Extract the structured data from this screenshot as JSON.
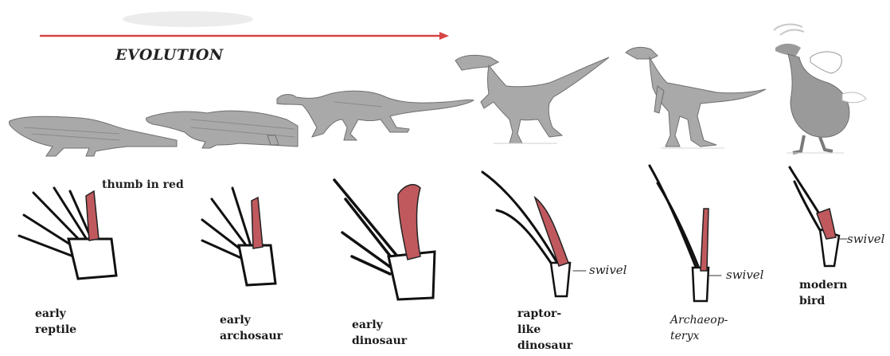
{
  "header": {
    "title": "EVOLUTION"
  },
  "notes": {
    "thumb_note": "thumb in red",
    "swivel": "swivel"
  },
  "stages": [
    {
      "label_line1": "early",
      "label_line2": "reptile",
      "label_line3": ""
    },
    {
      "label_line1": "early",
      "label_line2": "archosaur",
      "label_line3": ""
    },
    {
      "label_line1": "early",
      "label_line2": "dinosaur",
      "label_line3": ""
    },
    {
      "label_line1": "raptor-",
      "label_line2": "like",
      "label_line3": "dinosaur"
    },
    {
      "label_line1": "Archaeop-",
      "label_line2": "teryx",
      "label_line3": ""
    },
    {
      "label_line1": "modern",
      "label_line2": "bird",
      "label_line3": ""
    }
  ],
  "colors": {
    "arrow": "#d64545",
    "thumb": "#c0595e",
    "body": "#a9a9a9",
    "outline": "#111111"
  }
}
